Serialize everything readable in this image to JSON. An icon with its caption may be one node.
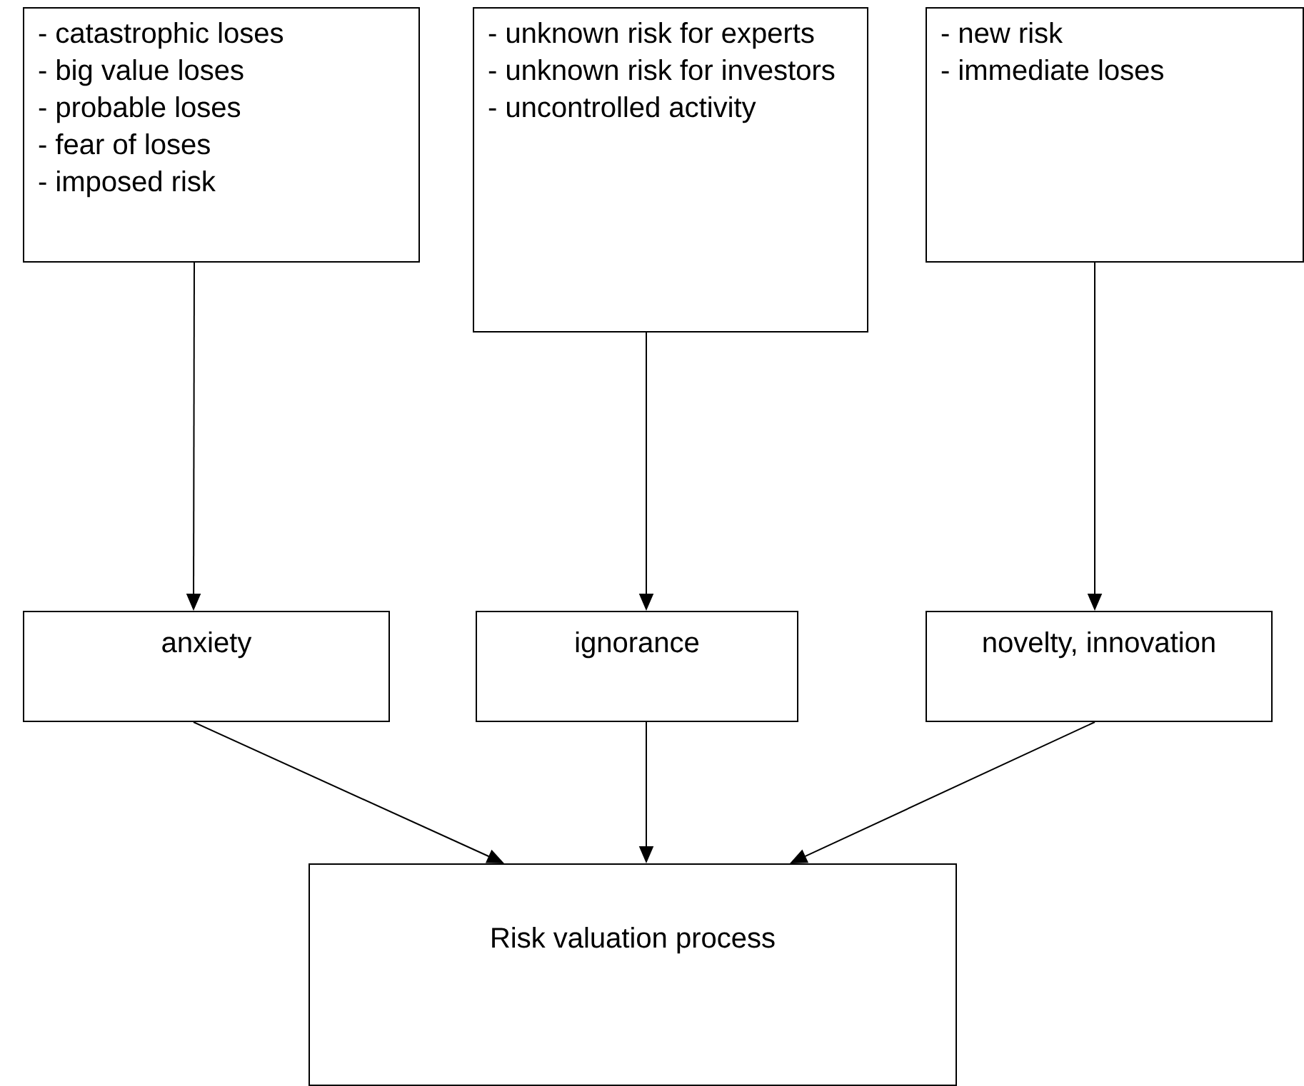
{
  "diagram": {
    "nodes": [
      {
        "text": [
          "- catastrophic loses",
          "- big value loses",
          "- probable loses",
          "- fear of loses",
          "- imposed risk"
        ]
      },
      {
        "text": [
          "- unknown risk for experts",
          "- unknown risk for investors",
          "- uncontrolled activity"
        ]
      },
      {
        "text": [
          "- new risk",
          "- immediate loses"
        ]
      },
      {
        "text": [
          "anxiety"
        ]
      },
      {
        "text": [
          "ignorance"
        ]
      },
      {
        "text": [
          "novelty, innovation"
        ]
      },
      {
        "text": [
          "Risk valuation process"
        ]
      }
    ],
    "edges": [
      {
        "from": 0,
        "to": 3,
        "arrow": "to"
      },
      {
        "from": 1,
        "to": 4,
        "arrow": "to"
      },
      {
        "from": 2,
        "to": 5,
        "arrow": "to"
      },
      {
        "from": 3,
        "to": 6,
        "arrow": "to"
      },
      {
        "from": 4,
        "to": 6,
        "arrow": "to"
      },
      {
        "from": 5,
        "to": 6,
        "arrow": "to"
      }
    ]
  }
}
